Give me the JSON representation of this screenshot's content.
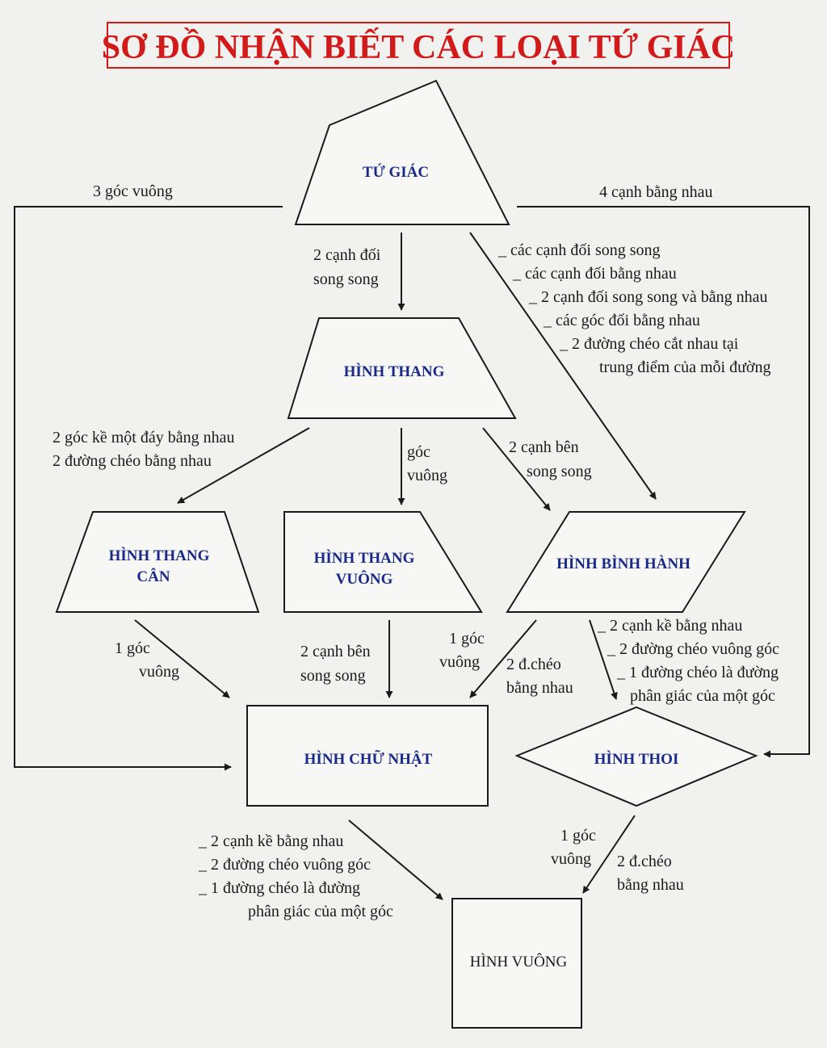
{
  "title": "SƠ ĐỒ NHẬN BIẾT CÁC LOẠI TỨ GIÁC",
  "colors": {
    "title": "#d21a1a",
    "shape_text": "#1a2a8a",
    "ink": "#1a1a1a"
  },
  "shapes": {
    "tu_giac": [
      "TỨ GIÁC"
    ],
    "hinh_thang": [
      "HÌNH THANG"
    ],
    "thang_can": [
      "HÌNH THANG",
      "CÂN"
    ],
    "thang_vuong": [
      "HÌNH THANG",
      "VUÔNG"
    ],
    "binh_hanh": [
      "HÌNH BÌNH HÀNH"
    ],
    "chu_nhat": [
      "HÌNH CHỮ NHẬT"
    ],
    "thoi": [
      "HÌNH THOI"
    ],
    "vuong": [
      "HÌNH VUÔNG"
    ]
  },
  "edges": {
    "tg_to_cn": [
      "3 góc vuông"
    ],
    "tg_to_thoi": [
      "4 cạnh bằng nhau"
    ],
    "tg_to_ht": [
      "2 cạnh đối",
      "song song"
    ],
    "tg_to_bh": [
      "_ các cạnh đối song song",
      "_ các cạnh đối bằng nhau",
      "_ 2 cạnh đối song song và bằng nhau",
      "_ các góc đối bằng nhau",
      "_ 2 đường chéo cắt nhau tại",
      "trung điểm của mỗi đường"
    ],
    "ht_to_can": [
      "2 góc kề một đáy bằng nhau",
      "2 đường chéo bằng nhau"
    ],
    "ht_to_vuong": [
      "góc",
      "vuông"
    ],
    "ht_to_bh": [
      "2 cạnh bên",
      "song song"
    ],
    "can_to_cn": [
      "1 góc",
      "vuông"
    ],
    "tv_to_cn": [
      "2 cạnh bên",
      "song song"
    ],
    "bh_to_cn_a": [
      "1 góc",
      "vuông"
    ],
    "bh_to_cn_b": [
      "2 đ.chéo",
      "bằng nhau"
    ],
    "bh_to_thoi": [
      "_ 2 cạnh kề bằng nhau",
      "_ 2 đường chéo vuông góc",
      "_ 1 đường chéo là đường",
      "phân giác của một góc"
    ],
    "cn_to_vuong": [
      "_ 2 cạnh kề bằng nhau",
      "_ 2 đường chéo vuông góc",
      "_ 1 đường chéo là đường",
      "phân giác của một góc"
    ],
    "thoi_to_vuong_a": [
      "1 góc",
      "vuông"
    ],
    "thoi_to_vuong_b": [
      "2 đ.chéo",
      "bằng nhau"
    ]
  }
}
